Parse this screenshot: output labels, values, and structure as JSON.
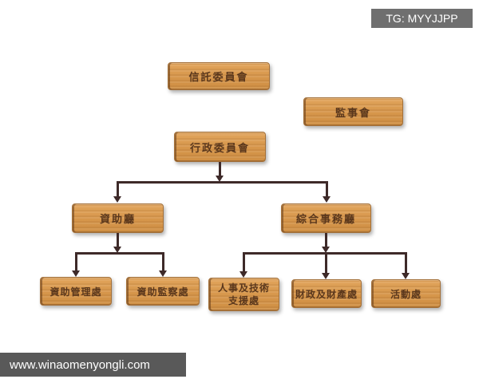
{
  "badge": {
    "text": "TG: MYYJJPP"
  },
  "footer": {
    "url": "www.winaomenyongli.com"
  },
  "org_chart": {
    "title": "",
    "nodes": {
      "trust_committee": {
        "label": "信託委員會"
      },
      "supervisory_board": {
        "label": "監事會"
      },
      "admin_committee": {
        "label": "行政委員會"
      },
      "funding_hall": {
        "label": "資助廳"
      },
      "general_affairs_hall": {
        "label": "綜合事務廳"
      },
      "funding_management": {
        "label": "資助管理處"
      },
      "funding_supervision": {
        "label": "資助監察處"
      },
      "personnel_tech_support": {
        "label": "人事及技術支援處",
        "line1": "人事及技術",
        "line2": "支援處"
      },
      "finance_property": {
        "label": "財政及財產處"
      },
      "activities_office": {
        "label": "活動處"
      }
    },
    "edges": [
      {
        "from": "admin_committee",
        "to": "funding_hall"
      },
      {
        "from": "admin_committee",
        "to": "general_affairs_hall"
      },
      {
        "from": "funding_hall",
        "to": "funding_management"
      },
      {
        "from": "funding_hall",
        "to": "funding_supervision"
      },
      {
        "from": "general_affairs_hall",
        "to": "personnel_tech_support"
      },
      {
        "from": "general_affairs_hall",
        "to": "finance_property"
      },
      {
        "from": "general_affairs_hall",
        "to": "activities_office"
      }
    ],
    "colors": {
      "box_fill": "#d6964b",
      "box_border": "#a4713a",
      "box_text": "#5a371c",
      "connector": "#3e2a29",
      "badge_bg": "#6f6f6f",
      "footer_bg": "#595959",
      "background": "#ffffff"
    }
  }
}
